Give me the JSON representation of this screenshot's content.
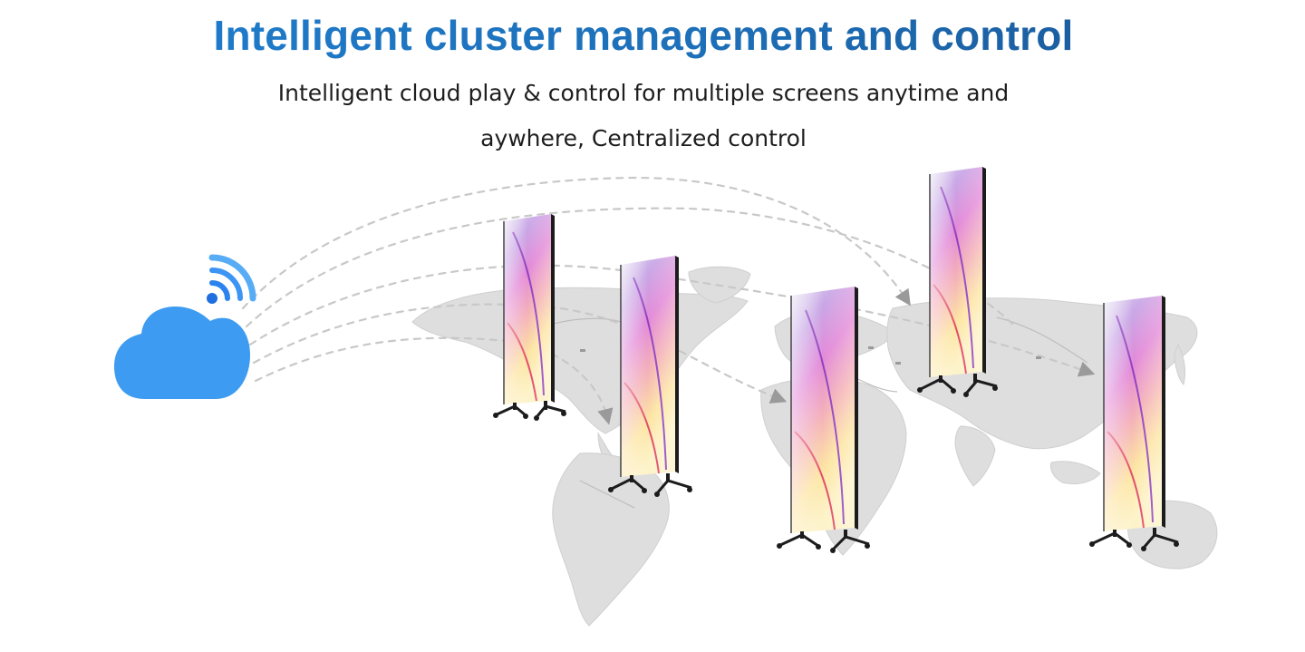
{
  "header": {
    "title": "Intelligent cluster management and control",
    "subtitle": "Intelligent cloud play & control for multiple screens anytime and aywhere, Centralized control"
  },
  "colors": {
    "title_gradient_start": "#1f7fd0",
    "title_gradient_end": "#1a5594",
    "cloud": "#3d9bf2",
    "wifi": "#2f8ff0",
    "map": "#dcdcdc",
    "dashed_line": "#c6c6c6",
    "screen_frame": "#1c1c1c"
  },
  "icons": [
    "cloud-icon",
    "wifi-signal-icon",
    "world-map-icon",
    "led-poster-screen-icon"
  ],
  "screens": [
    {
      "name": "led-screen-1"
    },
    {
      "name": "led-screen-2"
    },
    {
      "name": "led-screen-3"
    },
    {
      "name": "led-screen-4"
    },
    {
      "name": "led-screen-5"
    }
  ]
}
